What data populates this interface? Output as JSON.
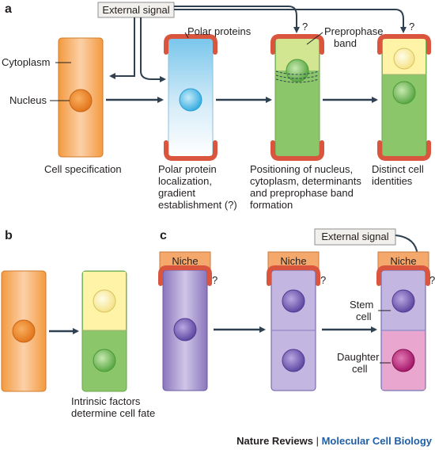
{
  "panel_a": {
    "label": "a",
    "external_signal": "External signal",
    "polar_proteins": "Polar proteins",
    "preprophase_band_1": "Preprophase",
    "preprophase_band_2": "band",
    "cytoplasm": "Cytoplasm",
    "nucleus": "Nucleus",
    "question_1": "?",
    "question_2": "?",
    "caption_1": [
      "Cell specification"
    ],
    "caption_2": [
      "Polar protein",
      "localization,",
      "gradient",
      "establishment (?)"
    ],
    "caption_3": [
      "Positioning of nucleus,",
      "cytoplasm, determinants",
      "and preprophase band",
      "formation"
    ],
    "caption_4": [
      "Distinct cell",
      "identities"
    ]
  },
  "panel_b": {
    "label": "b",
    "caption": [
      "Intrinsic factors",
      "determine cell fate"
    ]
  },
  "panel_c": {
    "label": "c",
    "external_signal": "External signal",
    "niche": "Niche",
    "question": "?",
    "stem_cell": [
      "Stem",
      "cell"
    ],
    "daughter_cell": [
      "Daughter",
      "cell"
    ]
  },
  "footer": {
    "journal": "Nature Reviews",
    "separator": " | ",
    "section": "Molecular Cell Biology"
  },
  "colors": {
    "orange": "#f39a3f",
    "blue": "#8fd0ef",
    "green": "#8bc66a",
    "yellow": "#fff3a8",
    "purple": "#8f7cc0",
    "pink": "#e79cc6",
    "cap_red": "#d9553e",
    "niche": "#f4a86c",
    "arrow": "#2f4050",
    "journal_blue": "#1f5fa8"
  }
}
